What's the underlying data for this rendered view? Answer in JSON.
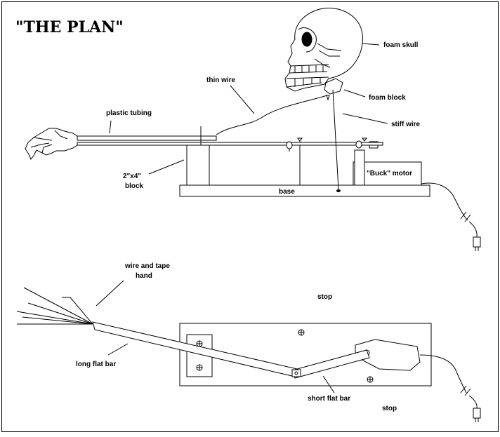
{
  "title": "\"THE PLAN\"",
  "side_view": {
    "labels": {
      "foam_skull": "foam skull",
      "thin_wire": "thin wire",
      "foam_block": "foam block",
      "plastic_tubing": "plastic tubing",
      "stiff_wire": "stiff wire",
      "block_line1": "2\"x4\"",
      "block_line2": "block",
      "buck_motor": "\"Buck\" motor",
      "base": "base"
    }
  },
  "top_view": {
    "labels": {
      "hand_line1": "wire and tape",
      "hand_line2": "hand",
      "stop_top": "stop",
      "long_flat_bar": "long flat bar",
      "short_flat_bar": "short flat bar",
      "stop_bottom": "stop"
    }
  }
}
